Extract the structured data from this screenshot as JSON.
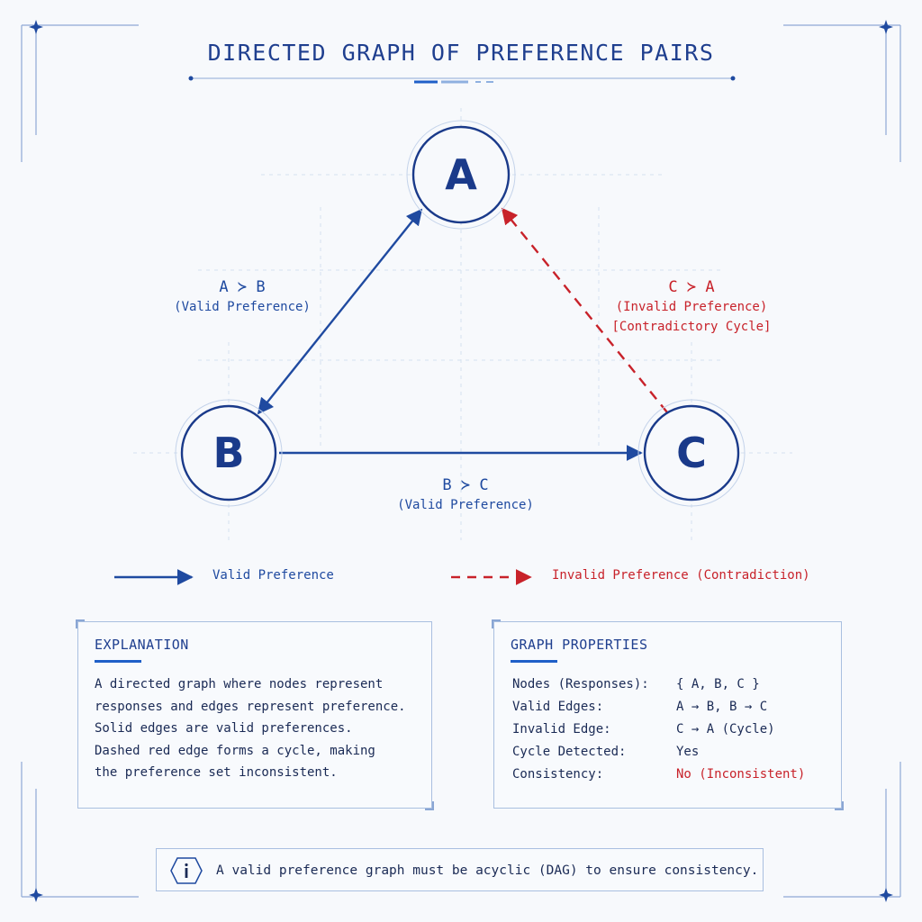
{
  "title": "DIRECTED GRAPH OF PREFERENCE PAIRS",
  "nodes": [
    {
      "id": "A",
      "label": "A"
    },
    {
      "id": "B",
      "label": "B"
    },
    {
      "id": "C",
      "label": "C"
    }
  ],
  "edges": [
    {
      "from": "A",
      "to": "B",
      "relation": "A ≻ B",
      "status": "(Valid Preference)",
      "style": "solid",
      "color": "#1f4aa0"
    },
    {
      "from": "B",
      "to": "C",
      "relation": "B ≻ C",
      "status": "(Valid Preference)",
      "style": "solid",
      "color": "#1f4aa0"
    },
    {
      "from": "C",
      "to": "A",
      "relation": "C ≻ A",
      "status": "(Invalid Preference)",
      "note": "[Contradictory Cycle]",
      "style": "dashed",
      "color": "#c8222a"
    }
  ],
  "legend": {
    "valid": "Valid Preference",
    "invalid": "Invalid Preference (Contradiction)"
  },
  "explanation": {
    "title": "EXPLANATION",
    "lines": [
      "A directed graph where nodes represent",
      "responses and edges represent preference.",
      "Solid edges are valid preferences.",
      "Dashed red edge forms a cycle, making",
      "the preference set inconsistent."
    ]
  },
  "properties": {
    "title": "GRAPH PROPERTIES",
    "rows": [
      {
        "key": "Nodes (Responses):",
        "value": "{ A, B, C }"
      },
      {
        "key": "Valid Edges:",
        "value": "A → B,  B → C"
      },
      {
        "key": "Invalid Edge:",
        "value": "C → A (Cycle)"
      },
      {
        "key": "Cycle Detected:",
        "value": "Yes"
      },
      {
        "key": "Consistency:",
        "value": "No (Inconsistent)",
        "highlight": true
      }
    ]
  },
  "note": {
    "icon": "info-icon",
    "text": "A valid preference graph must be acyclic (DAG) to ensure consistency."
  },
  "colors": {
    "primary": "#1f4aa0",
    "invalid": "#c8222a",
    "grid": "#d6e1f0"
  }
}
